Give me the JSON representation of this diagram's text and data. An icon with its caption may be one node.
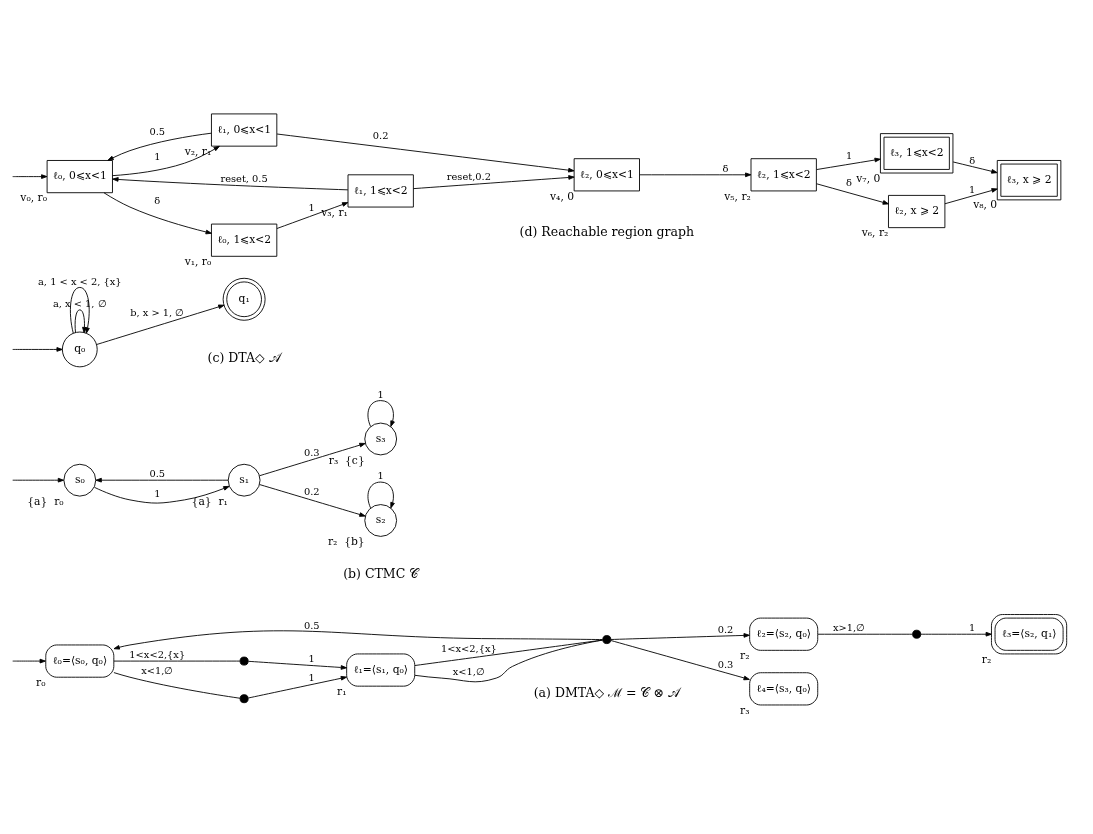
{
  "diagram": {
    "nodes": [
      {
        "text": [
          "ℓ₀=⟨s₀, q₀⟩"
        ],
        "beside": [
          "r₀"
        ]
      },
      {
        "text": [],
        "shape": "circle"
      },
      {
        "text": [],
        "shape": "circle"
      },
      {
        "text": [
          "ℓ₁=⟨s₁, q₀⟩"
        ],
        "beside": [
          "r₁"
        ]
      },
      {
        "text": [],
        "shape": "circle"
      },
      {
        "text": [
          "ℓ₄=⟨s₃, q₀⟩"
        ],
        "beside": [
          "r₃"
        ]
      },
      {
        "text": [
          "ℓ₂=⟨s₂, q₀⟩"
        ],
        "beside": [
          "r₂"
        ]
      },
      {
        "text": [],
        "shape": "circle"
      },
      {
        "text": [
          "ℓ₃=⟨s₂, q₁⟩"
        ],
        "beside": [
          "r₂"
        ]
      },
      {
        "text": [
          "s₀"
        ],
        "beside": [
          "{a}",
          "r₀"
        ]
      },
      {
        "text": [
          "s₁"
        ],
        "beside": [
          "{a}",
          "r₁"
        ]
      },
      {
        "text": [
          "s₂"
        ],
        "beside": [
          "r₂",
          "{b}"
        ]
      },
      {
        "text": [
          "s₃"
        ],
        "beside": [
          "r₃",
          "{c}"
        ]
      },
      {
        "text": [
          "q₀"
        ]
      },
      {
        "text": [
          "q₁"
        ]
      },
      {
        "text": [
          "ℓ₀, 0⩽x<1"
        ],
        "beside": [
          "v₀, r₀"
        ]
      },
      {
        "text": [
          "ℓ₀, 1⩽x<2"
        ],
        "beside": [
          "v₁, r₀"
        ]
      },
      {
        "text": [
          "ℓ₁, 0⩽x<1"
        ],
        "beside": [
          "v₂, r₁"
        ]
      },
      {
        "text": [
          "ℓ₁, 1⩽x<2"
        ],
        "beside": [
          "v₃, r₁"
        ]
      },
      {
        "text": [
          "ℓ₂, 0⩽x<1"
        ],
        "beside": [
          "v₄, 0"
        ]
      },
      {
        "text": [
          "ℓ₂, 1⩽x<2"
        ],
        "beside": [
          "v₅, r₂"
        ]
      },
      {
        "text": [
          "ℓ₂, x ⩾ 2"
        ],
        "beside": [
          "v₆, r₂"
        ]
      },
      {
        "text": [
          "ℓ₃, 1⩽x<2"
        ],
        "beside": [
          "v₇, 0"
        ]
      },
      {
        "text": [
          "ℓ₃, x ⩾ 2"
        ],
        "beside": [
          "v₈, 0"
        ]
      }
    ],
    "edges": [
      {
        "from": null,
        "to": 0,
        "arrow": "to"
      },
      {
        "from": 0,
        "to": 1,
        "arrow": "none",
        "label": "x<1,∅"
      },
      {
        "from": 1,
        "to": 3,
        "arrow": "to",
        "label": "1"
      },
      {
        "from": 0,
        "to": 2,
        "arrow": "none",
        "label": "1<x<2,{x}"
      },
      {
        "from": 2,
        "to": 3,
        "arrow": "to",
        "label": "1"
      },
      {
        "from": 3,
        "to": 4,
        "arrow": "none",
        "label": "x<1,∅"
      },
      {
        "from": 3,
        "to": 4,
        "arrow": "none",
        "label": "1<x<2,{x}"
      },
      {
        "from": 4,
        "to": 0,
        "arrow": "to",
        "label": "0.5"
      },
      {
        "from": 4,
        "to": 5,
        "arrow": "to",
        "label": "0.3"
      },
      {
        "from": 4,
        "to": 6,
        "arrow": "to",
        "label": "0.2"
      },
      {
        "from": 6,
        "to": 7,
        "arrow": "none",
        "label": "x>1,∅"
      },
      {
        "from": 7,
        "to": 8,
        "arrow": "to",
        "label": "1"
      },
      {
        "from": null,
        "to": 9,
        "arrow": "to"
      },
      {
        "from": 9,
        "to": 10,
        "arrow": "to",
        "label": "1"
      },
      {
        "from": 10,
        "to": 9,
        "arrow": "to",
        "label": "0.5"
      },
      {
        "from": 10,
        "to": 11,
        "arrow": "to",
        "label": "0.2"
      },
      {
        "from": 10,
        "to": 12,
        "arrow": "to",
        "label": "0.3"
      },
      {
        "from": 11,
        "to": 11,
        "arrow": "to",
        "label": "1"
      },
      {
        "from": 12,
        "to": 12,
        "arrow": "to",
        "label": "1"
      },
      {
        "from": null,
        "to": 13,
        "arrow": "to"
      },
      {
        "from": 13,
        "to": 13,
        "arrow": "to",
        "label": "a, x < 1, ∅"
      },
      {
        "from": 13,
        "to": 13,
        "arrow": "to",
        "label": "a, 1 < x < 2, {x}"
      },
      {
        "from": 13,
        "to": 14,
        "arrow": "to",
        "label": "b, x > 1, ∅"
      },
      {
        "from": null,
        "to": 15,
        "arrow": "to"
      },
      {
        "from": 15,
        "to": 16,
        "arrow": "to",
        "label": "δ"
      },
      {
        "from": 15,
        "to": 17,
        "arrow": "to",
        "label": "1"
      },
      {
        "from": 17,
        "to": 15,
        "arrow": "to",
        "label": "0.5"
      },
      {
        "from": 16,
        "to": 18,
        "arrow": "to",
        "label": "1"
      },
      {
        "from": 18,
        "to": 15,
        "arrow": "to",
        "label": "reset, 0.5"
      },
      {
        "from": 17,
        "to": 19,
        "arrow": "to",
        "label": "0.2"
      },
      {
        "from": 18,
        "to": 19,
        "arrow": "to",
        "label": "reset,0.2"
      },
      {
        "from": 19,
        "to": 20,
        "arrow": "to",
        "label": "δ"
      },
      {
        "from": 20,
        "to": 21,
        "arrow": "to",
        "label": "δ"
      },
      {
        "from": 20,
        "to": 22,
        "arrow": "to",
        "label": "1"
      },
      {
        "from": 21,
        "to": 23,
        "arrow": "to",
        "label": "1"
      },
      {
        "from": 22,
        "to": 23,
        "arrow": "to",
        "label": "δ"
      }
    ],
    "labels": [
      "(a) DMTA◇ ℳ = 𝒞 ⊗ 𝒜",
      "(b) CTMC 𝒞",
      "(c) DTA◇ 𝒜",
      "(d) Reachable region graph"
    ]
  }
}
